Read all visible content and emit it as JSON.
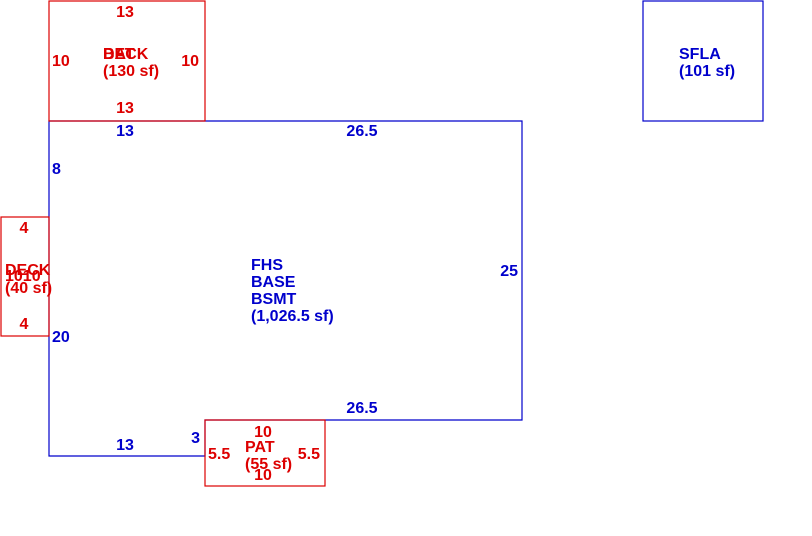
{
  "colors": {
    "main_structure": "#0000cc",
    "additions": "#dd0000"
  },
  "main_area": {
    "label_lines": [
      "FHS",
      "BASE",
      "BSMT",
      "(1,026.5 sf)"
    ],
    "dims": {
      "top_left": "13",
      "top_right": "26.5",
      "left_upper": "8",
      "left_lower": "20",
      "right": "25",
      "bottom_right": "26.5",
      "bottom_left": "13",
      "notch": "3"
    }
  },
  "sfla_box": {
    "label_lines": [
      "SFLA",
      "(101 sf)"
    ]
  },
  "top_deck": {
    "label_overlay": "BAT",
    "label_lines": [
      "DECK",
      "(130 sf)"
    ],
    "dims": {
      "top": "13",
      "bottom": "13",
      "left": "10",
      "right": "10"
    }
  },
  "left_deck": {
    "label_overlay": "1010",
    "label_lines": [
      "DECK",
      "(40 sf)"
    ],
    "dims": {
      "top": "4",
      "bottom": "4"
    }
  },
  "patio": {
    "label_lines": [
      "PAT",
      "(55 sf)"
    ],
    "dims": {
      "top": "10",
      "bottom": "10",
      "left": "5.5",
      "right": "5.5"
    }
  }
}
